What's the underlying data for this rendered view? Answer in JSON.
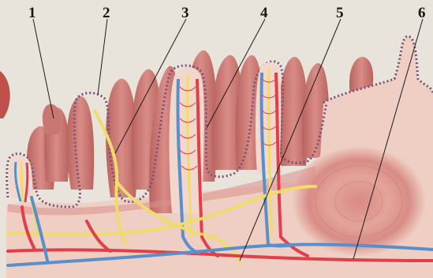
{
  "callouts": [
    {
      "label": "1"
    },
    {
      "label": "2"
    },
    {
      "label": "3"
    },
    {
      "label": "4"
    },
    {
      "label": "5"
    },
    {
      "label": "6"
    }
  ],
  "colors": {
    "background": "#e9e4db",
    "mucosa": "#d9928c",
    "villus": "#c97772",
    "submucosa": "#efcfc3",
    "epithelium_dots": "#7a4f78",
    "artery": "#e0404a",
    "vein": "#5b8fc9",
    "lymph": "#f0dc6a"
  }
}
